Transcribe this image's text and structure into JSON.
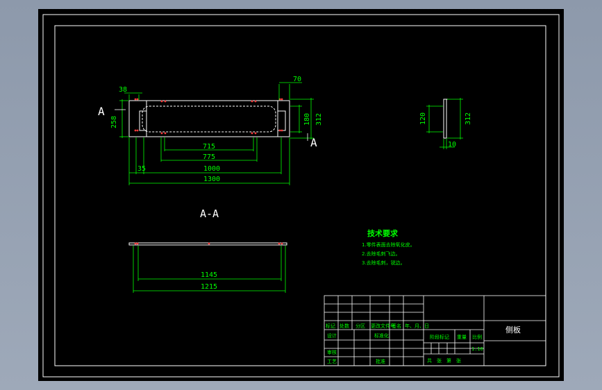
{
  "colors": {
    "background": "#000000",
    "frame": "#ffffff",
    "dimension": "#00ff00",
    "center_mark": "#ff3b3b",
    "text": "#ffffff",
    "note": "#00ff00"
  },
  "top_view": {
    "section_marker": "A",
    "dimensions": {
      "d38": "38",
      "d70": "70",
      "d258": "258",
      "d180": "180",
      "d312": "312",
      "d715": "715",
      "d775": "775",
      "d35": "35",
      "d1000": "1000",
      "d1300": "1300"
    }
  },
  "side_view": {
    "dimensions": {
      "d120": "120",
      "d312": "312",
      "d10": "10"
    }
  },
  "section_view": {
    "title": "A-A",
    "dimensions": {
      "d1145": "1145",
      "d1215": "1215"
    }
  },
  "tech_requirements": {
    "title": "技术要求",
    "items": [
      "1.零件表面去除氧化皮。",
      "2.去除毛刺飞边。",
      "3.去除毛刺，锐边。"
    ]
  },
  "title_block": {
    "labels": {
      "marks": "标记",
      "count": "处数",
      "zone": "分区",
      "change_doc": "更改文件号",
      "signature": "签名",
      "date": "年、月、日",
      "design": "设计",
      "standardization": "标准化",
      "review": "审核",
      "process": "工艺",
      "approve": "批准",
      "stage_mark": "阶段标记",
      "weight": "重量",
      "scale_label": "比例",
      "sheets": "共　张　第　张"
    },
    "scale_value": "1:10",
    "part_name": "侧板"
  }
}
